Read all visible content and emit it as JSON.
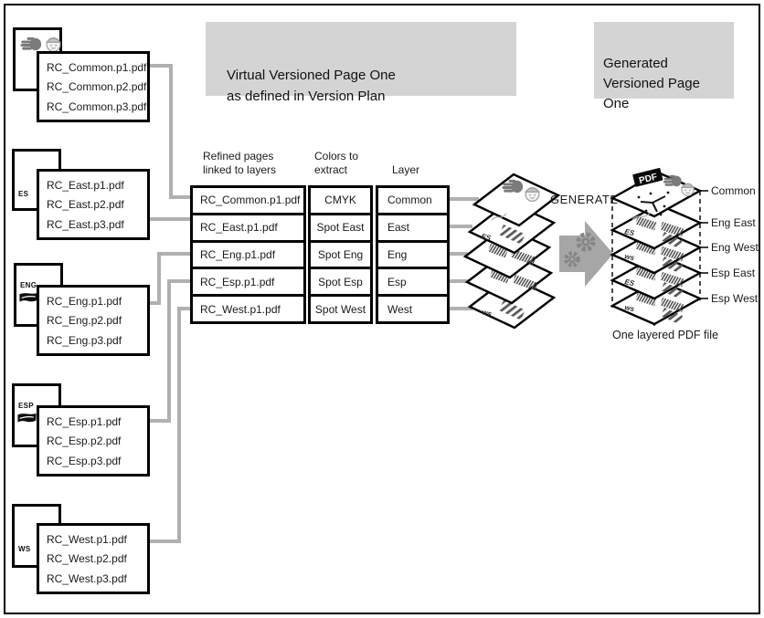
{
  "titles": {
    "virtual_plan": "Virtual Versioned Page One\nas defined in Version Plan",
    "generated": "Generated\nVersioned Page\nOne"
  },
  "source_groups": [
    {
      "name": "Common",
      "page_label": "",
      "files": [
        "RC_Common.p1.pdf",
        "RC_Common.p2.pdf",
        "RC_Common.p3.pdf"
      ]
    },
    {
      "name": "East",
      "page_label": "ES",
      "files": [
        "RC_East.p1.pdf",
        "RC_East.p2.pdf",
        "RC_East.p3.pdf"
      ]
    },
    {
      "name": "Eng",
      "page_label": "ENG",
      "files": [
        "RC_Eng.p1.pdf",
        "RC_Eng.p2.pdf",
        "RC_Eng.p3.pdf"
      ]
    },
    {
      "name": "Esp",
      "page_label": "ESP",
      "files": [
        "RC_Esp.p1.pdf",
        "RC_Esp.p2.pdf",
        "RC_Esp.p3.pdf"
      ]
    },
    {
      "name": "West",
      "page_label": "WS",
      "files": [
        "RC_West.p1.pdf",
        "RC_West.p2.pdf",
        "RC_West.p3.pdf"
      ]
    }
  ],
  "table": {
    "headers": [
      "Refined pages\nlinked to layers",
      "Colors to\nextract",
      "Layer"
    ],
    "rows": [
      {
        "page": "RC_Common.p1.pdf",
        "colors": "CMYK",
        "layer": "Common"
      },
      {
        "page": "RC_East.p1.pdf",
        "colors": "Spot East",
        "layer": "East"
      },
      {
        "page": "RC_Eng.p1.pdf",
        "colors": "Spot Eng",
        "layer": "Eng"
      },
      {
        "page": "RC_Esp.p1.pdf",
        "colors": "Spot Esp",
        "layer": "Esp"
      },
      {
        "page": "RC_West.p1.pdf",
        "colors": "Spot West",
        "layer": "West"
      }
    ]
  },
  "generate_label": "GENERATE",
  "virtual_stack": {
    "sheet_marks": [
      "",
      "ES",
      "",
      "",
      "ws"
    ]
  },
  "generated_stack": {
    "pdf_badge": "PDF",
    "sheet_marks": [
      "",
      "ES",
      "ws",
      "ES",
      "ws"
    ],
    "layer_labels": [
      "Common",
      "Eng East",
      "Eng West",
      "Esp East",
      "Esp West"
    ],
    "caption": "One layered PDF file"
  },
  "colors": {
    "title_box_bg": "#d4d4d4",
    "connector": "#b0b0b0",
    "arrow": "#a6a6a6",
    "line": "#000000"
  }
}
